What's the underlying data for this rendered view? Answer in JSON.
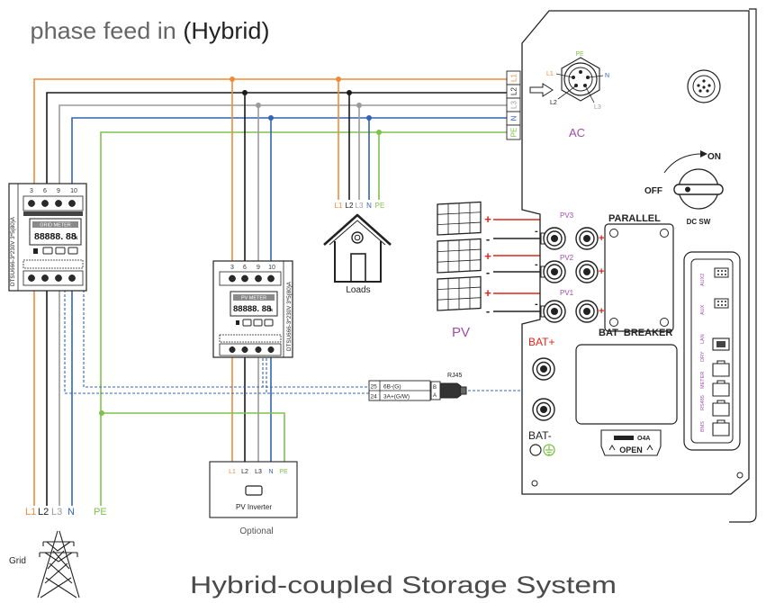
{
  "title": {
    "prefix": "phase feed in ",
    "suffix": "(Hybrid)"
  },
  "caption": "Hybrid-coupled Storage System",
  "colors": {
    "L1": "#ef8a3a",
    "L2": "#1a1a1a",
    "L3": "#9b9b9b",
    "N": "#3463b3",
    "PE": "#7ec24b",
    "pv": "#a04ca8",
    "positive": "#e2231a",
    "comm": "#3463b3"
  },
  "inverter": {
    "ac_terminal": [
      "L1",
      "L2",
      "L3",
      "N",
      "PE"
    ],
    "ac_connector": {
      "label": "AC",
      "pins": {
        "pe": "PE",
        "l1": "L1",
        "n": "N",
        "l2": "L2",
        "l3": "L3"
      }
    },
    "dc_switch": {
      "on": "ON",
      "off": "OFF",
      "name": "DC SW"
    },
    "parallel": "PARALLEL",
    "bat_breaker": "BAT  BREAKER",
    "pv_inputs": [
      "PV3",
      "PV2",
      "PV1"
    ],
    "bat_plus": "BAT+",
    "bat_minus": "BAT-",
    "breaker_cover": {
      "rating": "O4A",
      "open": "OPEN"
    },
    "ports": [
      "AUX2",
      "AUX",
      "LAN",
      "DRY",
      "METER",
      "RS485",
      "BMS"
    ]
  },
  "pv": {
    "label": "PV",
    "plus": "+",
    "minus": "-"
  },
  "grid_meter": {
    "model": "DTSU666-3*230V 3*5(80)A",
    "terminals": [
      "3",
      "6",
      "9",
      "10"
    ],
    "display_title": "GRID METER",
    "reading": "88888. 88",
    "unit": "k"
  },
  "pv_meter": {
    "model": "DTSU666-3*230V 3*5(80)A",
    "terminals": [
      "3",
      "6",
      "9",
      "10"
    ],
    "display_title": "PV METER",
    "reading": "88888. 88",
    "unit": "k"
  },
  "rs485": {
    "terminals": [
      {
        "num": "25",
        "label": "6B-(G)"
      },
      {
        "num": "24",
        "label": "3A+(G/W)"
      }
    ],
    "connector": "RJ45",
    "pins": [
      "B",
      "A"
    ]
  },
  "loads": {
    "phases": [
      "L1",
      "L2",
      "L3",
      "N",
      "PE"
    ],
    "label": "Loads"
  },
  "grid": {
    "phases": [
      "L1",
      "L2",
      "L3",
      "N",
      "PE"
    ],
    "label": "Grid"
  },
  "pv_inverter": {
    "phases": [
      "L1",
      "L2",
      "L3",
      "N",
      "PE"
    ],
    "label": "PV Inverter",
    "note": "Optional"
  }
}
